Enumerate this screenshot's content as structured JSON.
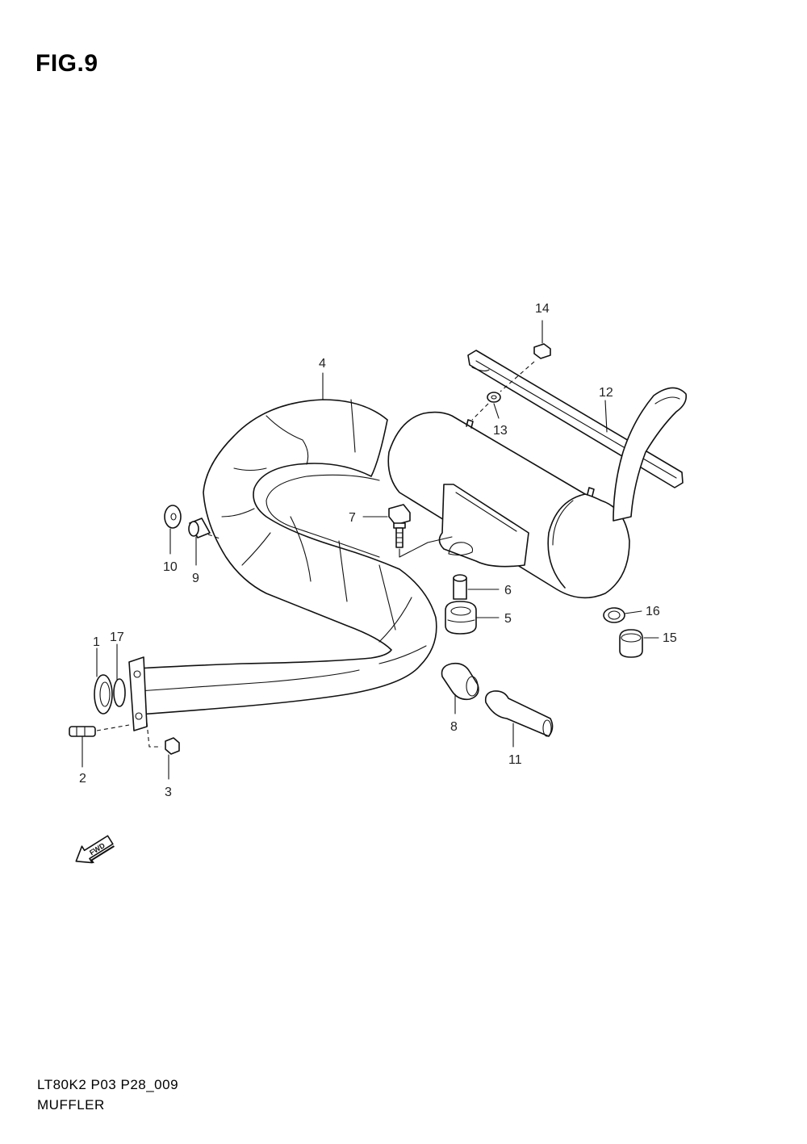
{
  "figure": {
    "title": "FIG.9"
  },
  "footer": {
    "code": "LT80K2 P03 P28_009",
    "name": "MUFFLER"
  },
  "arrow": {
    "label": "FWD"
  },
  "callouts": [
    {
      "id": "1",
      "label": "1"
    },
    {
      "id": "17",
      "label": "17"
    },
    {
      "id": "2",
      "label": "2"
    },
    {
      "id": "3",
      "label": "3"
    },
    {
      "id": "4",
      "label": "4"
    },
    {
      "id": "5",
      "label": "5"
    },
    {
      "id": "6",
      "label": "6"
    },
    {
      "id": "7",
      "label": "7"
    },
    {
      "id": "8",
      "label": "8"
    },
    {
      "id": "9",
      "label": "9"
    },
    {
      "id": "10",
      "label": "10"
    },
    {
      "id": "11",
      "label": "11"
    },
    {
      "id": "12",
      "label": "12"
    },
    {
      "id": "13",
      "label": "13"
    },
    {
      "id": "14",
      "label": "14"
    },
    {
      "id": "15",
      "label": "15"
    },
    {
      "id": "16",
      "label": "16"
    }
  ]
}
